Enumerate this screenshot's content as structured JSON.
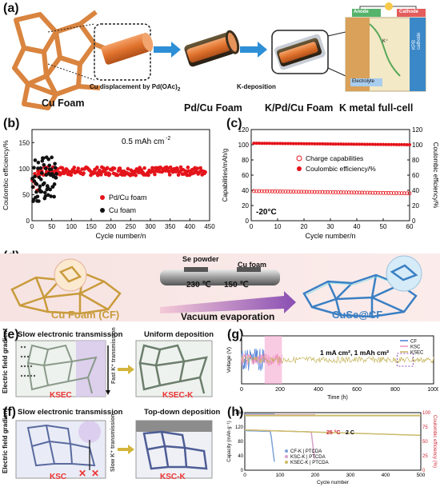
{
  "panels": {
    "a": {
      "label": "(a)",
      "captions": [
        "Cu Foam",
        "Pd/Cu Foam",
        "K/Pd/Cu Foam",
        "K metal full-cell"
      ],
      "arrow_text": "Cu displacement by Pd(OAc)",
      "arrow_sub": "2",
      "k_deposition": "K-deposition",
      "anode": "Anode",
      "cathode": "Cathode",
      "electrolyte": "Electrolyte",
      "kpb": "KPB cathode",
      "k_plus": "K⁺"
    },
    "b": {
      "label": "(b)",
      "ylabel": "Coulombic efficiency/%",
      "xlabel": "Cycle number/n",
      "annotation": "0.5 mAh cm",
      "annotation_sup": "-2",
      "legend": [
        "Pd/Cu foam",
        "Cu foam"
      ]
    },
    "c": {
      "label": "(c)",
      "ylabel_left": "Capabilities/mAh/g",
      "ylabel_right": "Coulombic efficiency/%",
      "xlabel": "Cycle number/n",
      "legend": [
        "Charge capabilities",
        "Coulombic efficiency/%"
      ],
      "annotation": "-20°C"
    },
    "d": {
      "label": "(d)",
      "se_powder": "Se powder",
      "cu_foam": "Cu foam",
      "t1": "230 ℃",
      "t2": "150 ℃",
      "left": "Cu Foam (CF)",
      "right": "CuSe@CF",
      "arrow": "Vacuum evaporation"
    },
    "e": {
      "label": "(e)",
      "top_left": "Slow electronic transmission",
      "top_right": "Uniform deposition",
      "side": "Electric field gradient",
      "vertical": "Fast K⁺ transmission",
      "left_label": "KSEC",
      "right_label": "KSEC-K"
    },
    "f": {
      "label": "(f)",
      "top_left": "Slow electronic transmission",
      "top_right": "Top-down deposition",
      "side": "Electric field gradient",
      "vertical": "Slow K⁺ transmission",
      "left_label": "KSC",
      "right_label": "KSC-K"
    },
    "g": {
      "label": "(g)",
      "ylabel": "Voltage (V)",
      "xlabel": "Time (h)",
      "annotation": "1 mA cm², 1 mAh cm²",
      "legend": [
        "CF",
        "KSC",
        "KSEC"
      ]
    },
    "h": {
      "label": "(h)",
      "ylabel_left": "Capacity (mAh g⁻¹)",
      "ylabel_right": "Coulombic efficiency (%)",
      "xlabel": "Cycle number",
      "annotation_t": "25 °C",
      "annotation_c": "2 C",
      "legend": [
        "CF-K | PTCDA",
        "KSC-K | PTCDA",
        "KSEC-K | PTCDA"
      ]
    }
  },
  "chart_data": [
    {
      "type": "scatter",
      "id": "b",
      "xlabel": "Cycle number/n",
      "ylabel": "Coulombic efficiency/%",
      "xlim": [
        0,
        450
      ],
      "ylim": [
        0,
        175
      ],
      "xticks": [
        0,
        50,
        100,
        150,
        200,
        250,
        300,
        350,
        400,
        450
      ],
      "yticks": [
        0,
        50,
        100,
        150
      ],
      "series": [
        {
          "name": "Pd/Cu foam",
          "color": "#e4141b",
          "x_range": [
            1,
            440
          ],
          "mean": 95,
          "spread": 8
        },
        {
          "name": "Cu foam",
          "color": "#111111",
          "x_range": [
            1,
            62
          ],
          "mean": 80,
          "spread": 45
        }
      ]
    },
    {
      "type": "scatter",
      "id": "c",
      "xlabel": "Cycle number/n",
      "ylabel": "Capabilities/mAh/g",
      "ylabel_right": "Coulombic efficiency/%",
      "xlim": [
        0,
        60
      ],
      "ylim": [
        0,
        120
      ],
      "xticks": [
        0,
        10,
        20,
        30,
        40,
        50,
        60
      ],
      "yticks": [
        0,
        20,
        40,
        60,
        80,
        100,
        120
      ],
      "series": [
        {
          "name": "Charge capabilities",
          "color": "#e4141b",
          "marker": "open",
          "x_range": [
            1,
            60
          ],
          "start": 39,
          "end": 36
        },
        {
          "name": "Coulombic efficiency/%",
          "color": "#e4141b",
          "marker": "half",
          "x_range": [
            1,
            60
          ],
          "start": 102,
          "end": 100
        }
      ]
    },
    {
      "type": "line",
      "id": "g",
      "xlabel": "Time (h)",
      "ylabel": "Voltage (V)",
      "xlim": [
        0,
        1000
      ],
      "xticks": [
        0,
        200,
        400,
        600,
        800,
        1000
      ],
      "series": [
        {
          "name": "CF",
          "color": "#4f7fd6",
          "x_range": [
            0,
            120
          ]
        },
        {
          "name": "KSC",
          "color": "#ee8fc0",
          "x_range": [
            0,
            210
          ]
        },
        {
          "name": "KSEC",
          "color": "#c5b45a",
          "x_range": [
            0,
            1000
          ]
        }
      ]
    },
    {
      "type": "scatter",
      "id": "h",
      "xlabel": "Cycle number",
      "ylabel": "Capacity (mAh g⁻¹)",
      "ylabel_right": "Coulombic efficiency (%)",
      "xlim": [
        0,
        500
      ],
      "xticks": [
        0,
        100,
        200,
        300,
        400,
        500
      ],
      "yticks": [
        0,
        40,
        80,
        120,
        160
      ],
      "yticks_right": [
        0,
        25,
        50,
        75,
        100
      ],
      "series": [
        {
          "name": "CF-K | PTCDA",
          "color": "#7da3d8",
          "x_range": [
            0,
            85
          ],
          "capacity": 110
        },
        {
          "name": "KSC-K | PTCDA",
          "color": "#d7a1c8",
          "x_range": [
            0,
            200
          ],
          "capacity": 112
        },
        {
          "name": "KSEC-K | PTCDA",
          "color": "#cbbb6a",
          "x_range": [
            0,
            500
          ],
          "capacity": 112
        }
      ]
    }
  ]
}
